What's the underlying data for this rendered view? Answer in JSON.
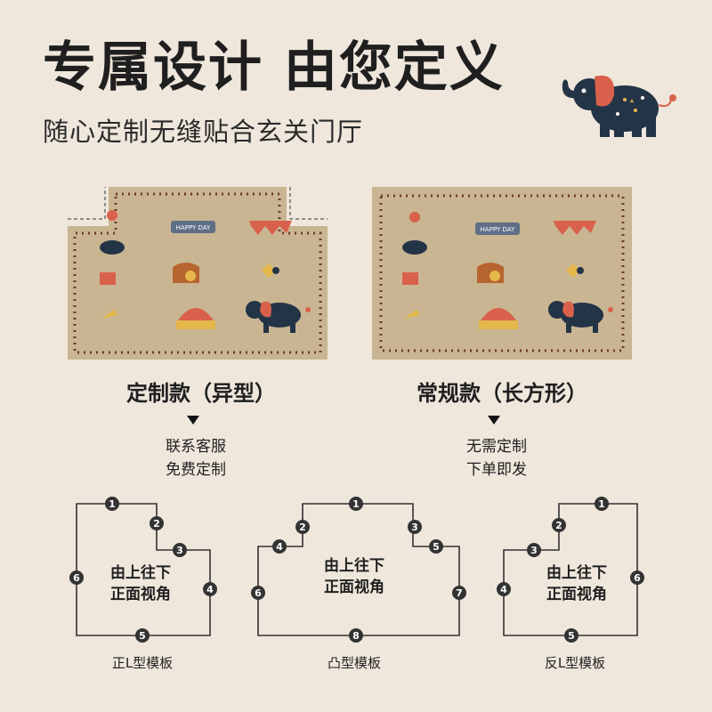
{
  "header": {
    "title": "专属设计 由您定义",
    "subtitle": "随心定制无缝贴合玄关门厅"
  },
  "rugs": {
    "custom": {
      "label": "定制款（异型）",
      "note_line1": "联系客服",
      "note_line2": "免费定制",
      "banner_text": "HAPPY DAY"
    },
    "standard": {
      "label": "常规款（长方形）",
      "note_line1": "无需定制",
      "note_line2": "下单即发",
      "banner_text": "HAPPY DAY"
    }
  },
  "templates": {
    "center_line1": "由上往下",
    "center_line2": "正面视角",
    "l_shape": {
      "name": "正L型模板"
    },
    "convex": {
      "name": "凸型模板"
    },
    "reverse_l": {
      "name": "反L型模板"
    }
  },
  "colors": {
    "background": "#efe7dc",
    "rug": "#c9b592",
    "text": "#1f1f1f",
    "elephant_body": "#243447",
    "elephant_ear": "#d9614c"
  }
}
